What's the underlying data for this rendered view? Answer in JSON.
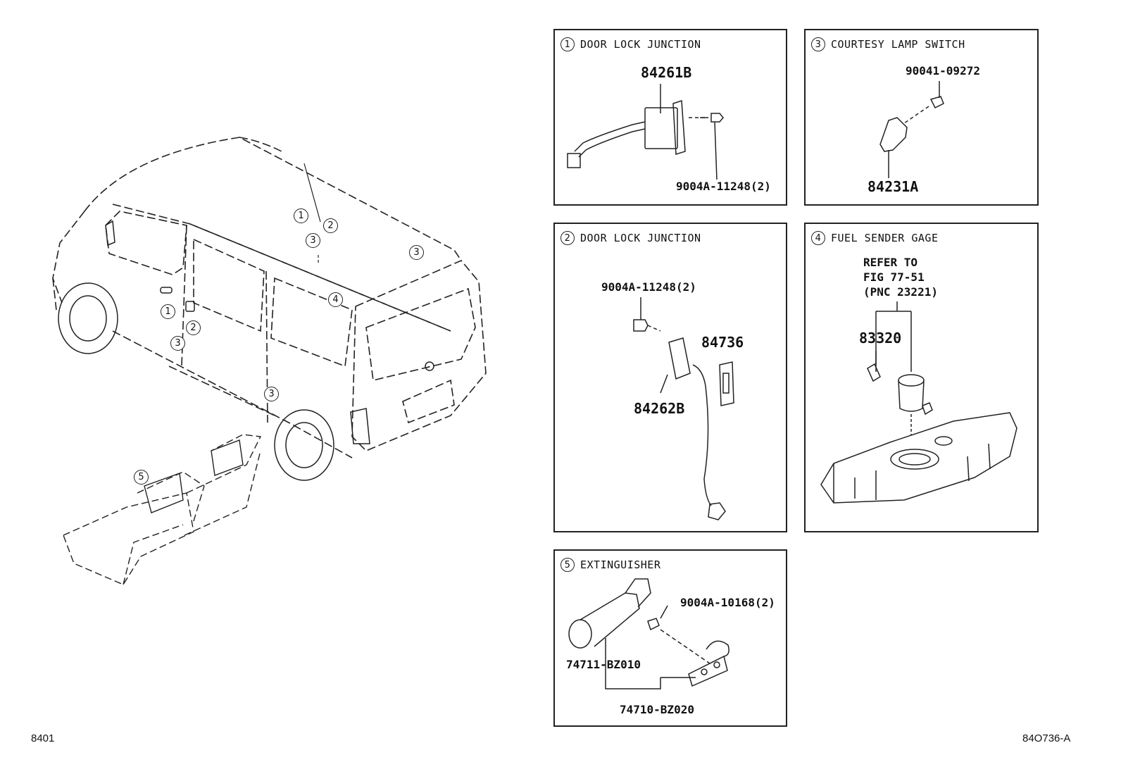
{
  "van_markers": [
    "1",
    "2",
    "3",
    "3",
    "4",
    "1",
    "2",
    "3",
    "3",
    "5"
  ],
  "panels": [
    {
      "num": "1",
      "title": "DOOR LOCK JUNCTION",
      "parts": [
        "84261B",
        "9004A-11248(2)"
      ]
    },
    {
      "num": "3",
      "title": "COURTESY LAMP SWITCH",
      "parts": [
        "90041-09272",
        "84231A"
      ]
    },
    {
      "num": "2",
      "title": "DOOR LOCK JUNCTION",
      "parts": [
        "9004A-11248(2)",
        "84736",
        "84262B"
      ]
    },
    {
      "num": "4",
      "title": "FUEL SENDER GAGE",
      "refer": [
        "REFER TO",
        "FIG 77-51",
        "(PNC 23221)"
      ],
      "parts": [
        "83320"
      ]
    },
    {
      "num": "5",
      "title": "EXTINGUISHER",
      "parts": [
        "9004A-10168(2)",
        "74711-BZ010",
        "74710-BZ020"
      ]
    }
  ],
  "footer": {
    "left": "8401",
    "right": "84O736-A"
  }
}
